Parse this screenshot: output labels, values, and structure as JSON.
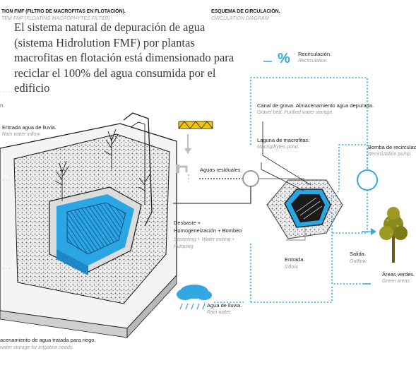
{
  "left_panel": {
    "title": "ΤΙΟΝ FMF (FILTRO DE MACROFITAS EN FLOTACIÓN).",
    "subtitle": "TEM FMF (FLOATING MACROPHYTES FILTER)",
    "inflow_label": "Entrada agua de lluvia.",
    "inflow_translation": "Rain water inflow.",
    "storage_label": "acenamiento de agua tratada para riego.",
    "storage_translation": "water storage for irrigation needs.",
    "side_marker": "n."
  },
  "right_panel": {
    "title": "ESQUEMA DE CIRCULACIÓN.",
    "subtitle": "CIRCULATION DIAGRAM",
    "recirculation_symbol": "%",
    "recirculation_label": "Recirculación.",
    "recirculation_translation": "Recirculation.",
    "gravel_label": "Canal de grava. Almacenamiento agua depurada.",
    "gravel_translation": "Gravel bed. Purified water storage.",
    "pond_label": "Laguna de macrofitas.",
    "pond_translation": "Macrophytes pond.",
    "pump_label": "Bomba de recirculació",
    "pump_translation": "Recirculation pump.",
    "wastewater_label": "Aguas residuales",
    "screening_label": "Desbaste + Homogeneización + Bombeo",
    "screening_translation": "Screening + Water mixing + Pumping",
    "entry_label": "Entrada.",
    "entry_translation": "Inflow.",
    "exit_label": "Salida.",
    "exit_translation": "Outflow.",
    "green_label": "Áreas verdes.",
    "green_translation": "Green areas.",
    "rain_label": "Agua de lluvia.",
    "rain_translation": "Rain water."
  },
  "overlay_text": "El sistema natural de depuración de agua (sistema Hidrolution FMF) por plantas macrofitas en flotación está dimensionado para reciclar el 100% del agua consumida por el edificio",
  "colors": {
    "water_blue": "#33a8e0",
    "flow_blue": "#2f9ad6",
    "roof_yellow": "#f2c500",
    "tree_olive": "#8a8a1c",
    "gravel_gray": "#d8d8d8",
    "dark_outline": "#1a1a1a"
  }
}
